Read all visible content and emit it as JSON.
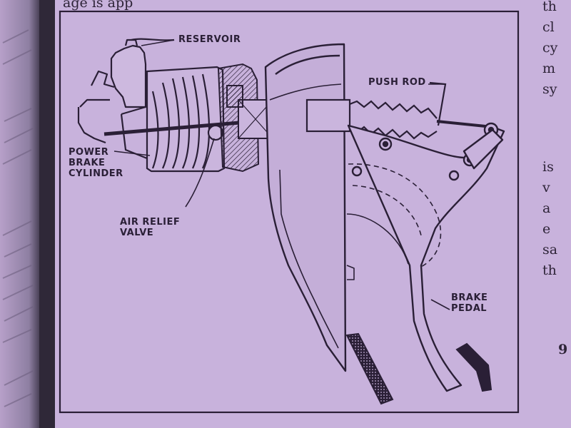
{
  "colors": {
    "page": "#c8b2dc",
    "ink": "#2a1f36",
    "shadow": "#3c3448"
  },
  "top_text": "age is app",
  "right_margin": {
    "column1": "th\ncl\ncy\nm\nsy",
    "column2": "is\nv\na\ne\nsa\nth",
    "page_number": "9"
  },
  "diagram": {
    "labels": {
      "reservoir": "RESERVOIR",
      "push_rod": "PUSH ROD",
      "power_brake_cylinder": "POWER\nBRAKE\nCYLINDER",
      "air_relief_valve": "AIR RELIEF\nVALVE",
      "brake_pedal": "BRAKE\nPEDAL"
    }
  }
}
